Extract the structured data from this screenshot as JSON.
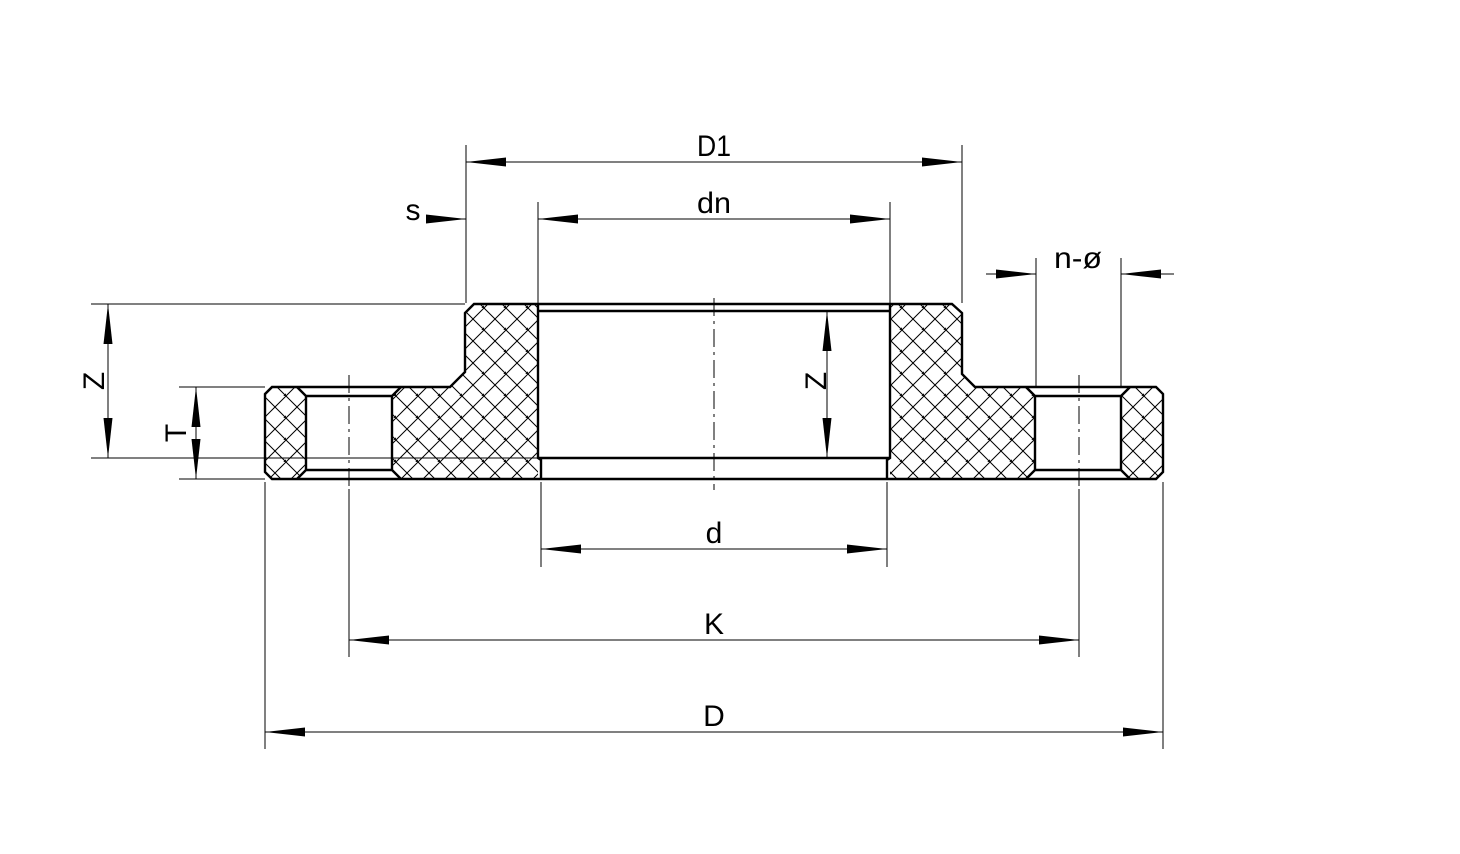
{
  "labels": {
    "D1": "D1",
    "dn": "dn",
    "s": "s",
    "n_phi": "n-ø",
    "Z_left": "Z",
    "T": "T",
    "Z_inner": "Z",
    "d": "d",
    "K": "K",
    "D": "D"
  },
  "colors": {
    "line": "#000000",
    "hatch": "#000000",
    "background": "#ffffff"
  }
}
